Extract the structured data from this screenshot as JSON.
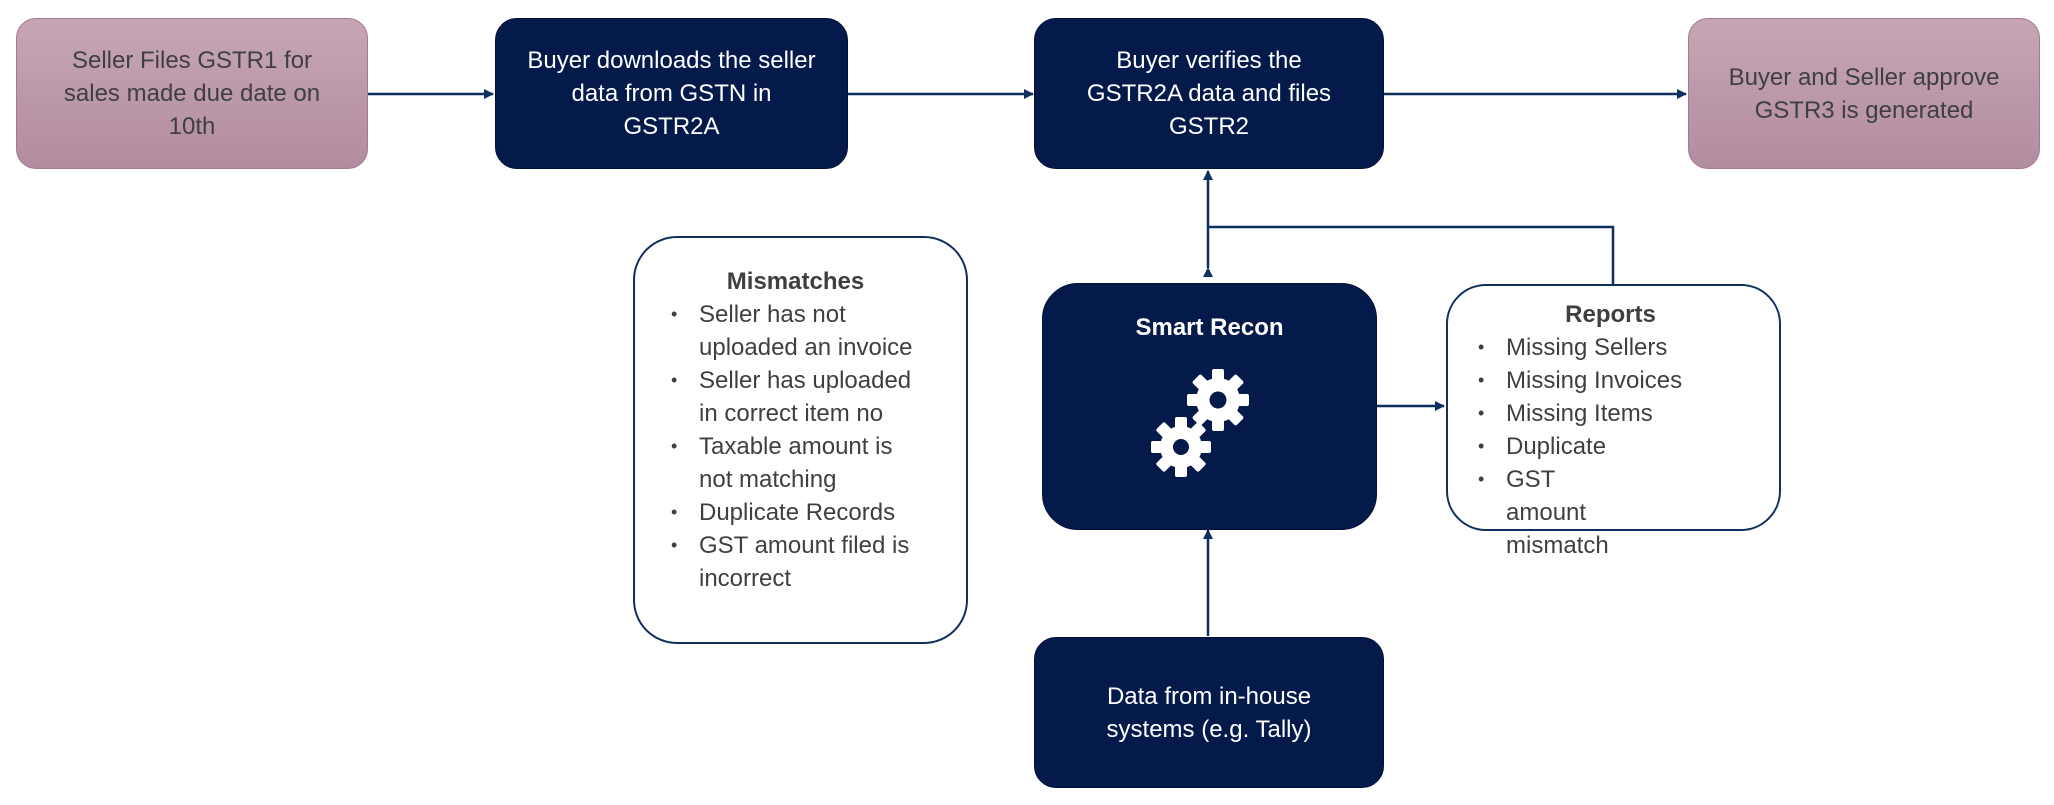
{
  "top_flow": {
    "seller_files": "Seller Files GSTR1 for sales made due date on 10th",
    "buyer_downloads": "Buyer downloads the seller data from GSTN  in GSTR2A",
    "buyer_verifies": "Buyer verifies the GSTR2A data and files GSTR2",
    "approve": "Buyer and Seller approve GSTR3 is generated"
  },
  "mismatches": {
    "title": "Mismatches",
    "items": [
      "Seller has not uploaded an invoice",
      "Seller has uploaded in correct item no",
      "Taxable amount is not matching",
      "Duplicate Records",
      "GST amount filed is incorrect"
    ]
  },
  "smart_recon": {
    "title": "Smart Recon",
    "icon": "gears-icon"
  },
  "reports": {
    "title": "Reports",
    "items": [
      "Missing Sellers",
      "Missing Invoices",
      "Missing Items",
      "Duplicate",
      "GST amount mismatch"
    ]
  },
  "in_house": "Data from in-house systems (e.g. Tally)",
  "colors": {
    "navy": "#031a4b",
    "pink": "#b99aab",
    "line": "#0f2f5e"
  }
}
